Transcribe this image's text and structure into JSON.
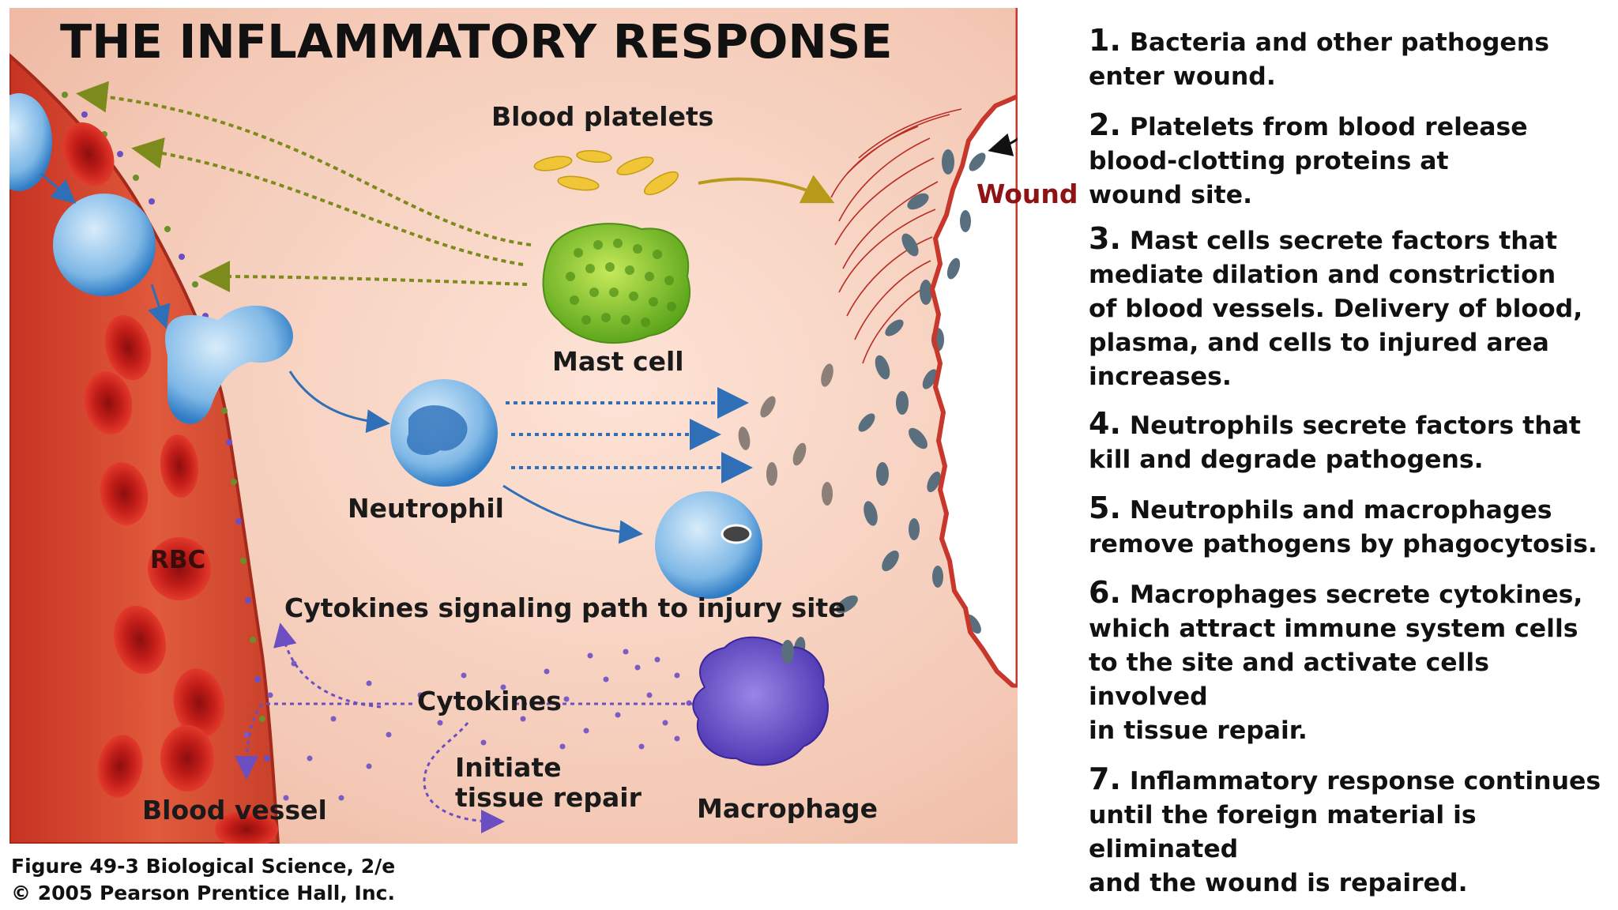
{
  "title": "THE INFLAMMATORY RESPONSE",
  "labels": {
    "blood_platelets": "Blood platelets",
    "mast_cell": "Mast cell",
    "wound": "Wound",
    "neutrophil": "Neutrophil",
    "rbc": "RBC",
    "cytokines_path": "Cytokines signaling path to injury site",
    "cytokines": "Cytokines",
    "initiate_line1": "Initiate",
    "initiate_line2": "tissue repair",
    "macrophage": "Macrophage",
    "blood_vessel": "Blood vessel"
  },
  "steps": [
    {
      "num": "1.",
      "text": "Bacteria and other pathogens\nenter wound."
    },
    {
      "num": "2.",
      "text": "Platelets from blood release\nblood-clotting proteins at\nwound site."
    },
    {
      "num": "3.",
      "text": "Mast cells secrete factors that\nmediate dilation and constriction\nof blood vessels. Delivery of blood,\nplasma, and cells to injured area\nincreases."
    },
    {
      "num": "4.",
      "text": "Neutrophils secrete factors that\nkill and degrade pathogens."
    },
    {
      "num": "5.",
      "text": "Neutrophils and macrophages\nremove pathogens by phagocytosis."
    },
    {
      "num": "6.",
      "text": "Macrophages secrete cytokines,\nwhich attract immune system cells\nto the site and activate cells involved\nin tissue repair."
    },
    {
      "num": "7.",
      "text": "Inflammatory response continues\nuntil the foreign material is eliminated\nand the wound is repaired."
    }
  ],
  "credit": {
    "line1": "Figure 49-3  Biological Science, 2/e",
    "line2": "© 2005 Pearson Prentice Hall, Inc."
  },
  "colors": {
    "tissue": "#f6d2c2",
    "vessel": "#d8452e",
    "rbc": "#c8231c",
    "neutrophil": "#3d8ed1",
    "mast_cell": "#7fbf2a",
    "macrophage": "#6a4fc6",
    "platelet": "#f0c636",
    "pathogen": "#5a6f7e",
    "wound_edge": "#c0392b",
    "cytokine": "#7b5bc4",
    "mast_signal": "#7d8a1c",
    "neutrophil_signal": "#2f6fb8"
  }
}
